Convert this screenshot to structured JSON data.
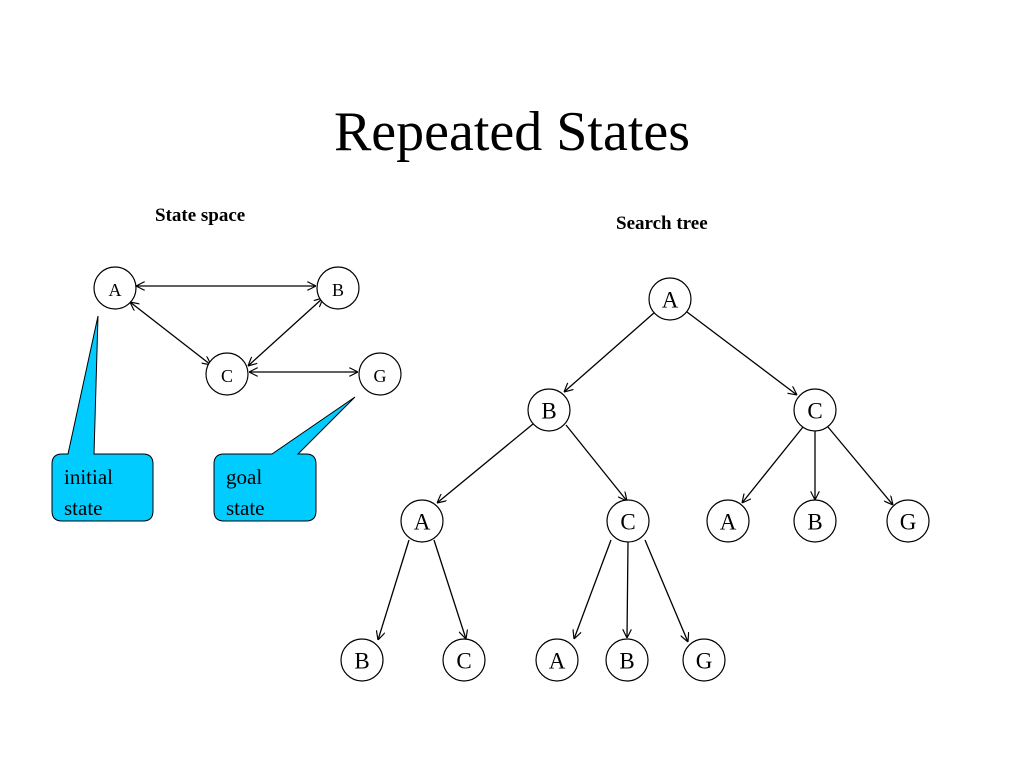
{
  "slide": {
    "title": "Repeated States",
    "state_space_label": "State space",
    "search_tree_label": "Search tree"
  },
  "state_space": {
    "nodes": [
      {
        "id": "ss-A",
        "label": "A"
      },
      {
        "id": "ss-B",
        "label": "B"
      },
      {
        "id": "ss-C",
        "label": "C"
      },
      {
        "id": "ss-G",
        "label": "G"
      }
    ],
    "edges": [
      {
        "from": "A",
        "to": "B",
        "direction": "both"
      },
      {
        "from": "A",
        "to": "C",
        "direction": "both"
      },
      {
        "from": "B",
        "to": "C",
        "direction": "both"
      },
      {
        "from": "C",
        "to": "G",
        "direction": "both"
      }
    ],
    "callouts": {
      "initial": {
        "line1": "initial",
        "line2": "state",
        "points_to": "A"
      },
      "goal": {
        "line1": "goal",
        "line2": "state",
        "points_to": "G"
      }
    },
    "callout_color": "#00CCFF"
  },
  "search_tree": {
    "nodes": [
      {
        "label": "A"
      },
      {
        "label": "B"
      },
      {
        "label": "C"
      },
      {
        "label": "A"
      },
      {
        "label": "C"
      },
      {
        "label": "A"
      },
      {
        "label": "B"
      },
      {
        "label": "G"
      },
      {
        "label": "B"
      },
      {
        "label": "C"
      },
      {
        "label": "A"
      },
      {
        "label": "B"
      },
      {
        "label": "G"
      }
    ]
  }
}
